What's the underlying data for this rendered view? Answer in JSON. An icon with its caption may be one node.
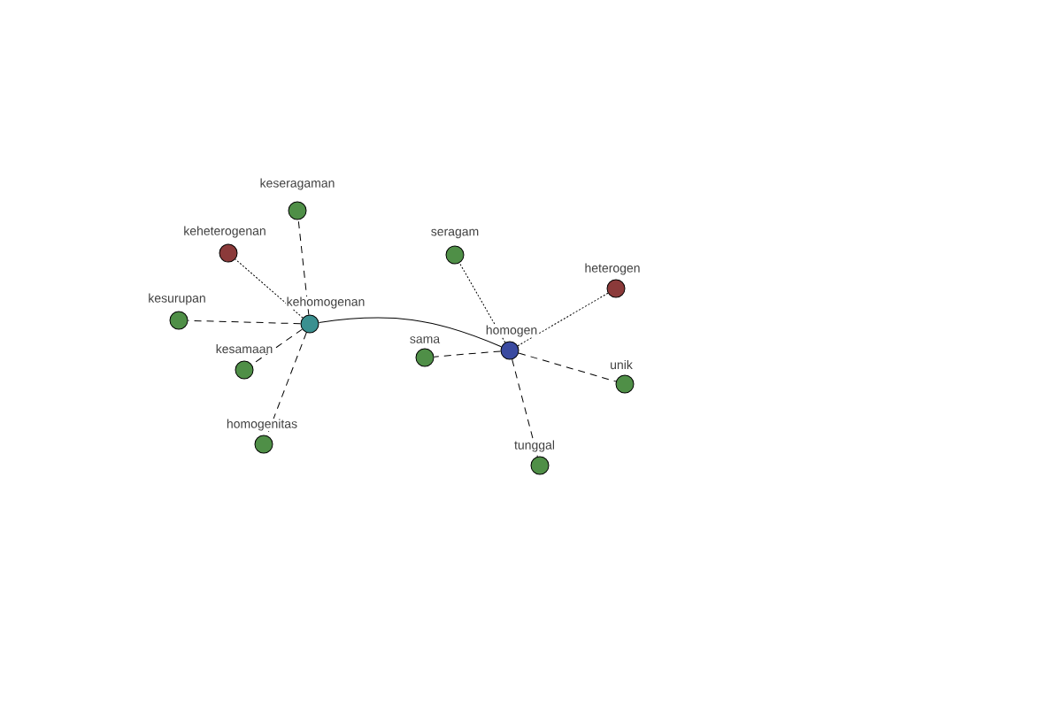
{
  "diagram": {
    "nodes": [
      {
        "text": [
          "kehomogenan"
        ]
      },
      {
        "text": [
          "keseragaman"
        ]
      },
      {
        "text": [
          "keheterogenan"
        ]
      },
      {
        "text": [
          "kesurupan"
        ]
      },
      {
        "text": [
          "kesamaan"
        ]
      },
      {
        "text": [
          "homogenitas"
        ]
      },
      {
        "text": [
          "homogen"
        ]
      },
      {
        "text": [
          "seragam"
        ]
      },
      {
        "text": [
          "heterogen"
        ]
      },
      {
        "text": [
          "sama"
        ]
      },
      {
        "text": [
          "unik"
        ]
      },
      {
        "text": [
          "tunggal"
        ]
      }
    ],
    "edges": [
      {
        "from": 0,
        "to": 6,
        "arrow": "none"
      },
      {
        "from": 0,
        "to": 1,
        "arrow": "none",
        "style": "dashed"
      },
      {
        "from": 0,
        "to": 2,
        "arrow": "none",
        "style": "dashed"
      },
      {
        "from": 0,
        "to": 3,
        "arrow": "none",
        "style": "dashed"
      },
      {
        "from": 0,
        "to": 4,
        "arrow": "none",
        "style": "dashed"
      },
      {
        "from": 0,
        "to": 5,
        "arrow": "none",
        "style": "dashed"
      },
      {
        "from": 6,
        "to": 7,
        "arrow": "none",
        "style": "dashed"
      },
      {
        "from": 6,
        "to": 8,
        "arrow": "none",
        "style": "dashed"
      },
      {
        "from": 6,
        "to": 9,
        "arrow": "none",
        "style": "dashed"
      },
      {
        "from": 6,
        "to": 10,
        "arrow": "none",
        "style": "dashed"
      },
      {
        "from": 6,
        "to": 11,
        "arrow": "none",
        "style": "dashed"
      }
    ]
  }
}
